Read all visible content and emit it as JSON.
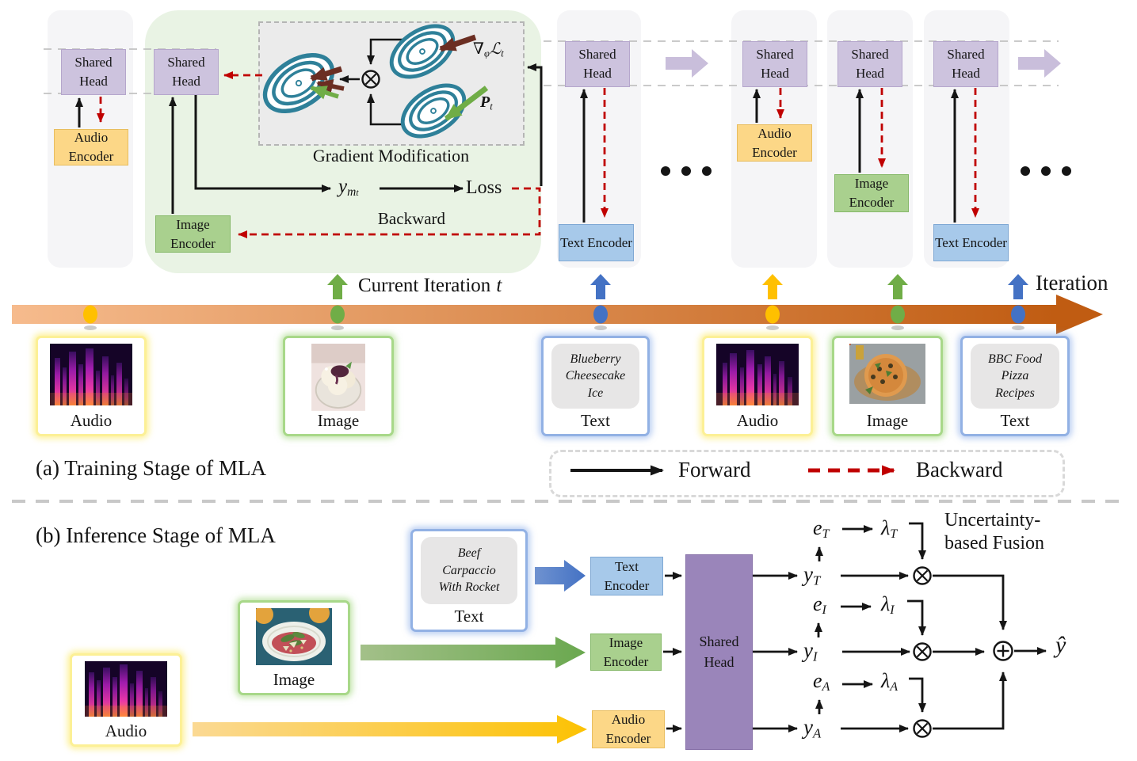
{
  "training": {
    "title": "(a) Training Stage of MLA",
    "shared_head": "Shared Head",
    "audio_encoder": "Audio Encoder",
    "image_encoder": "Image Encoder",
    "text_encoder": "Text Encoder",
    "gradient_modification": {
      "title": "Gradient Modification",
      "nabla": "∇",
      "nabla_sub": "φ",
      "loss_symbol": "ℒ",
      "loss_symbol_sub": "t",
      "p": "P",
      "p_sub": "t"
    },
    "flow": {
      "y": "y",
      "y_sub": "m",
      "y_subsub": "t",
      "loss": "Loss",
      "backward": "Backward"
    },
    "timeline": {
      "current_iteration": "Current Iteration",
      "current_var": "t",
      "iteration": "Iteration"
    },
    "samples": [
      {
        "label": "Audio"
      },
      {
        "label": "Image"
      },
      {
        "label": "Text",
        "lines": [
          "Blueberry",
          "Cheesecake",
          "Ice"
        ]
      },
      {
        "label": "Audio"
      },
      {
        "label": "Image"
      },
      {
        "label": "Text",
        "lines": [
          "BBC Food",
          "Pizza",
          "Recipes"
        ]
      }
    ],
    "legend": {
      "forward": "Forward",
      "backward": "Backward"
    }
  },
  "inference": {
    "title": "(b) Inference Stage of MLA",
    "shared_head": "Shared Head",
    "audio_encoder": "Audio Encoder",
    "image_encoder": "Image Encoder",
    "text_encoder": "Text Encoder",
    "fusion_line1": "Uncertainty-",
    "fusion_line2": "based Fusion",
    "samples": {
      "text": {
        "label": "Text",
        "lines": [
          "Beef",
          "Carpaccio",
          "With Rocket"
        ]
      },
      "image": {
        "label": "Image"
      },
      "audio": {
        "label": "Audio"
      }
    },
    "rows": [
      {
        "y": "y",
        "e": "e",
        "lambda": "λ",
        "sub": "T"
      },
      {
        "y": "y",
        "e": "e",
        "lambda": "λ",
        "sub": "I"
      },
      {
        "y": "y",
        "e": "e",
        "lambda": "λ",
        "sub": "A"
      }
    ],
    "output": "ŷ"
  },
  "colors": {
    "shared_head": "#cdc3de",
    "shared_head_dark": "#9a85ba",
    "audio_encoder": "#fcd787",
    "image_encoder": "#a9d08e",
    "text_encoder": "#a7c9ea",
    "forward": "#151515",
    "backward": "#c00000",
    "timeline_gradient_start": "#f6bb8d",
    "timeline_gradient_end": "#c05c12",
    "dot_audio": "#ffc000",
    "dot_image": "#70ad47",
    "dot_text": "#4472c4",
    "training_panel_green": "#e9f3e4",
    "column_gray": "#f5f5f7",
    "contour_teal": "#2e8099",
    "gradient_arrow_maroon": "#6b2e22",
    "prior_arrow_green": "#70ad47",
    "iteration_arrow_purple": "#c9bedb"
  },
  "icons": {
    "forward_arrow": "solid-black-arrow",
    "backward_arrow": "red-dashed-arrow",
    "multiply": "circled-times",
    "add": "circled-plus",
    "timeline": "orange-gradient-arrow",
    "contours": "loss-contour-plot"
  }
}
